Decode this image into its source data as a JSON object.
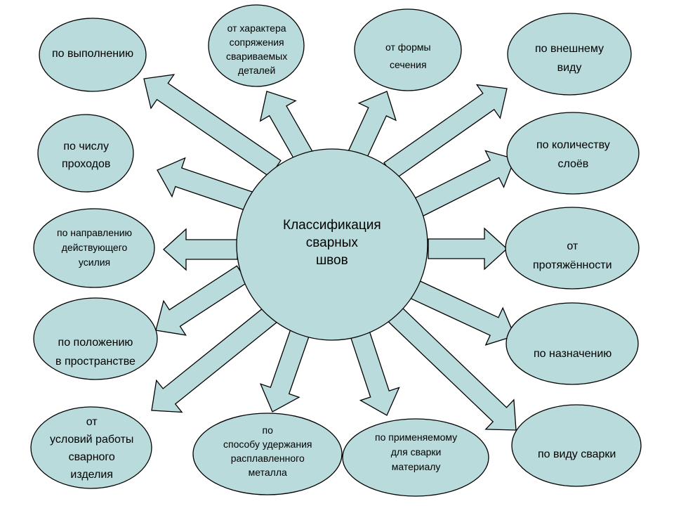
{
  "colors": {
    "fill": "#b9dbdc",
    "stroke": "#000000",
    "background": "#ffffff",
    "text": "#000000"
  },
  "center": {
    "lines": [
      "Классификация",
      "сварных",
      "швов"
    ]
  },
  "nodes": [
    {
      "id": "po-vypolneniyu",
      "lines": [
        "по выполнению"
      ]
    },
    {
      "id": "ot-haraktera-sopryazheniya",
      "lines": [
        "от характера",
        "сопряжения",
        "свариваемых",
        "деталей"
      ]
    },
    {
      "id": "ot-formy-secheniya",
      "lines": [
        "от формы",
        "сечения"
      ]
    },
    {
      "id": "po-vneshnemu-vidu",
      "lines": [
        "по внешнему",
        "виду"
      ]
    },
    {
      "id": "po-chislu-prohodov",
      "lines": [
        "по числу",
        "проходов"
      ]
    },
    {
      "id": "po-kolichestvu-sloyov",
      "lines": [
        "по количеству",
        "слоёв"
      ]
    },
    {
      "id": "po-napravleniyu-usiliya",
      "lines": [
        "по направлению",
        "действующего",
        "усилия"
      ]
    },
    {
      "id": "ot-protyazhyonnosti",
      "lines": [
        "от",
        "протяжённости"
      ]
    },
    {
      "id": "po-polozheniyu",
      "lines": [
        "по положению",
        "в пространстве"
      ]
    },
    {
      "id": "po-naznacheniyu",
      "lines": [
        "по назначению"
      ]
    },
    {
      "id": "ot-usloviy-raboty",
      "lines": [
        "от",
        "условий работы",
        "сварного",
        "изделия"
      ]
    },
    {
      "id": "po-sposobu-uderzhaniya",
      "lines": [
        "по",
        "способу удержания",
        "расплавленного",
        "металла"
      ]
    },
    {
      "id": "po-primenyaemomu-materialu",
      "lines": [
        "по применяемому",
        "для сварки",
        "материалу"
      ]
    },
    {
      "id": "po-vidu-svarki",
      "lines": [
        "по виду сварки"
      ]
    }
  ]
}
